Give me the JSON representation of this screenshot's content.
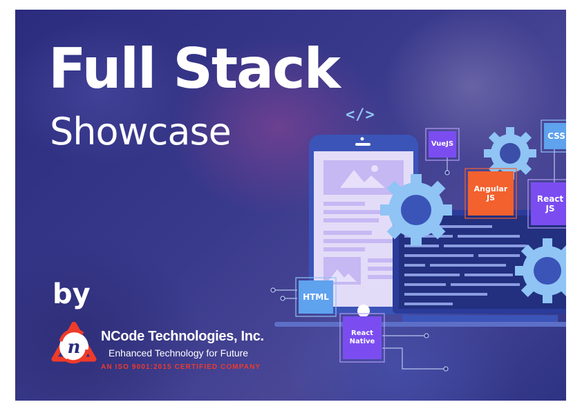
{
  "headline": {
    "title": "Full Stack",
    "subtitle": "Showcase",
    "by": "by"
  },
  "company": {
    "name": "NCode Technologies, Inc.",
    "tagline": "Enhanced Technology for Future",
    "certification": "AN ISO 9001:2015 CERTIFIED COMPANY",
    "logo_letter": "n"
  },
  "code_symbol": "</>",
  "tech_tags": {
    "vuejs": "VueJS",
    "css": "CSS",
    "angular": [
      "Angular",
      "JS"
    ],
    "react": [
      "React",
      "JS"
    ],
    "html": "HTML",
    "react_native": [
      "React",
      "Native"
    ]
  },
  "colors": {
    "background": "#2e3384",
    "accent_purple": "#7b4df0",
    "accent_orange": "#f2612e",
    "accent_blue": "#5fa2ee",
    "gear_blue": "#8fc4f5",
    "logo_red": "#ee3b2b"
  }
}
